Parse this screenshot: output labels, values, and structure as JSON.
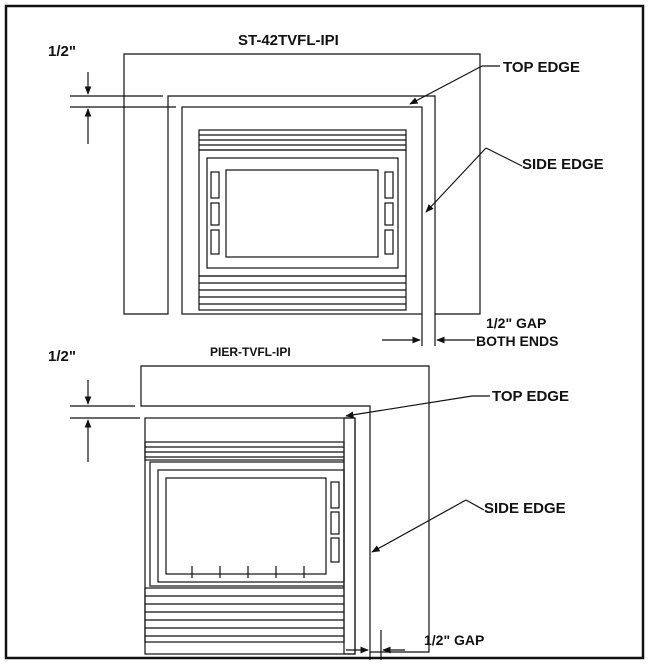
{
  "diagram": {
    "top": {
      "model": "ST-42TVFL-IPI",
      "dim_gap": "1/2\"",
      "top_edge": "TOP EDGE",
      "side_edge": "SIDE EDGE",
      "gap_line1": "1/2\" GAP",
      "gap_line2": "BOTH ENDS"
    },
    "bottom": {
      "model": "PIER-TVFL-IPI",
      "dim_gap": "1/2\"",
      "top_edge": "TOP EDGE",
      "side_edge": "SIDE EDGE",
      "gap_line1": "1/2\" GAP"
    }
  }
}
